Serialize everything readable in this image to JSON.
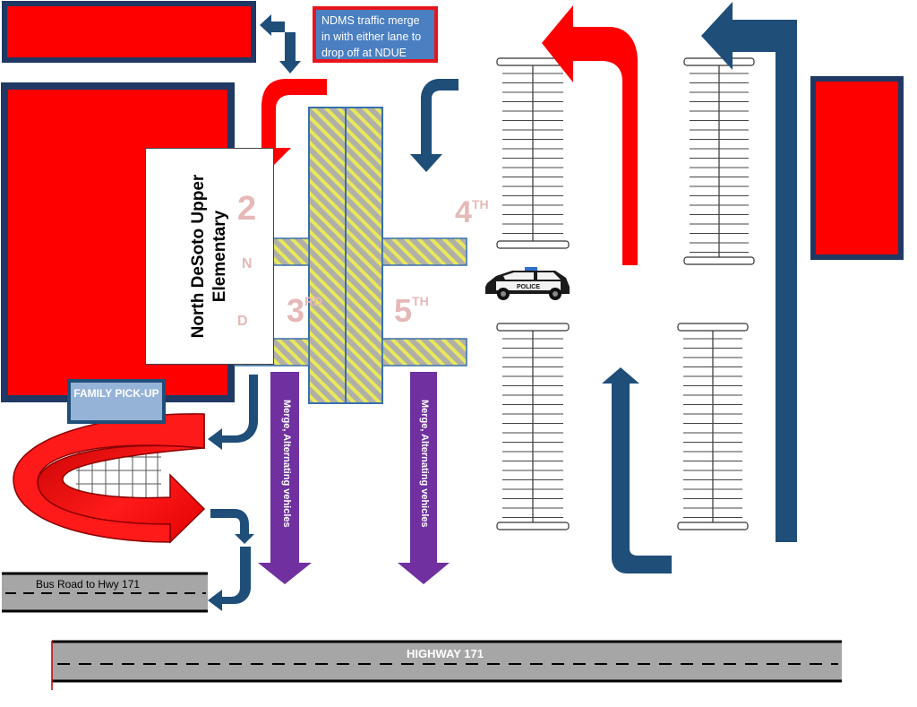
{
  "map": {
    "school_name": "North DeSoto Upper Elementary",
    "traffic_note": "NDMS traffic merge in with either lane to drop off at NDUE",
    "family_pickup": "FAMILY PICK-UP",
    "streets": {
      "second_digit": "2",
      "second_n": "N",
      "second_d": "D",
      "third_num": "3",
      "third_suffix": "RD",
      "fourth_num": "4",
      "fourth_suffix": "TH",
      "fifth_num": "5",
      "fifth_suffix": "TH"
    },
    "merge_left": "Merge, Alternating vehicles",
    "merge_right": "Merge, Alternating vehicles",
    "bus_road": "Bus Road to Hwy 171",
    "highway": "HIGHWAY 171",
    "police_label": "POLICE"
  },
  "colors": {
    "building_red": "#ff0000",
    "building_border": "#1f3864",
    "arrow_red": "#e8141c",
    "arrow_navy": "#1f4e79",
    "merge_purple": "#7030a0",
    "crosswalk_yellow": "#e8e85a",
    "road_gray": "#a6a6a6"
  }
}
